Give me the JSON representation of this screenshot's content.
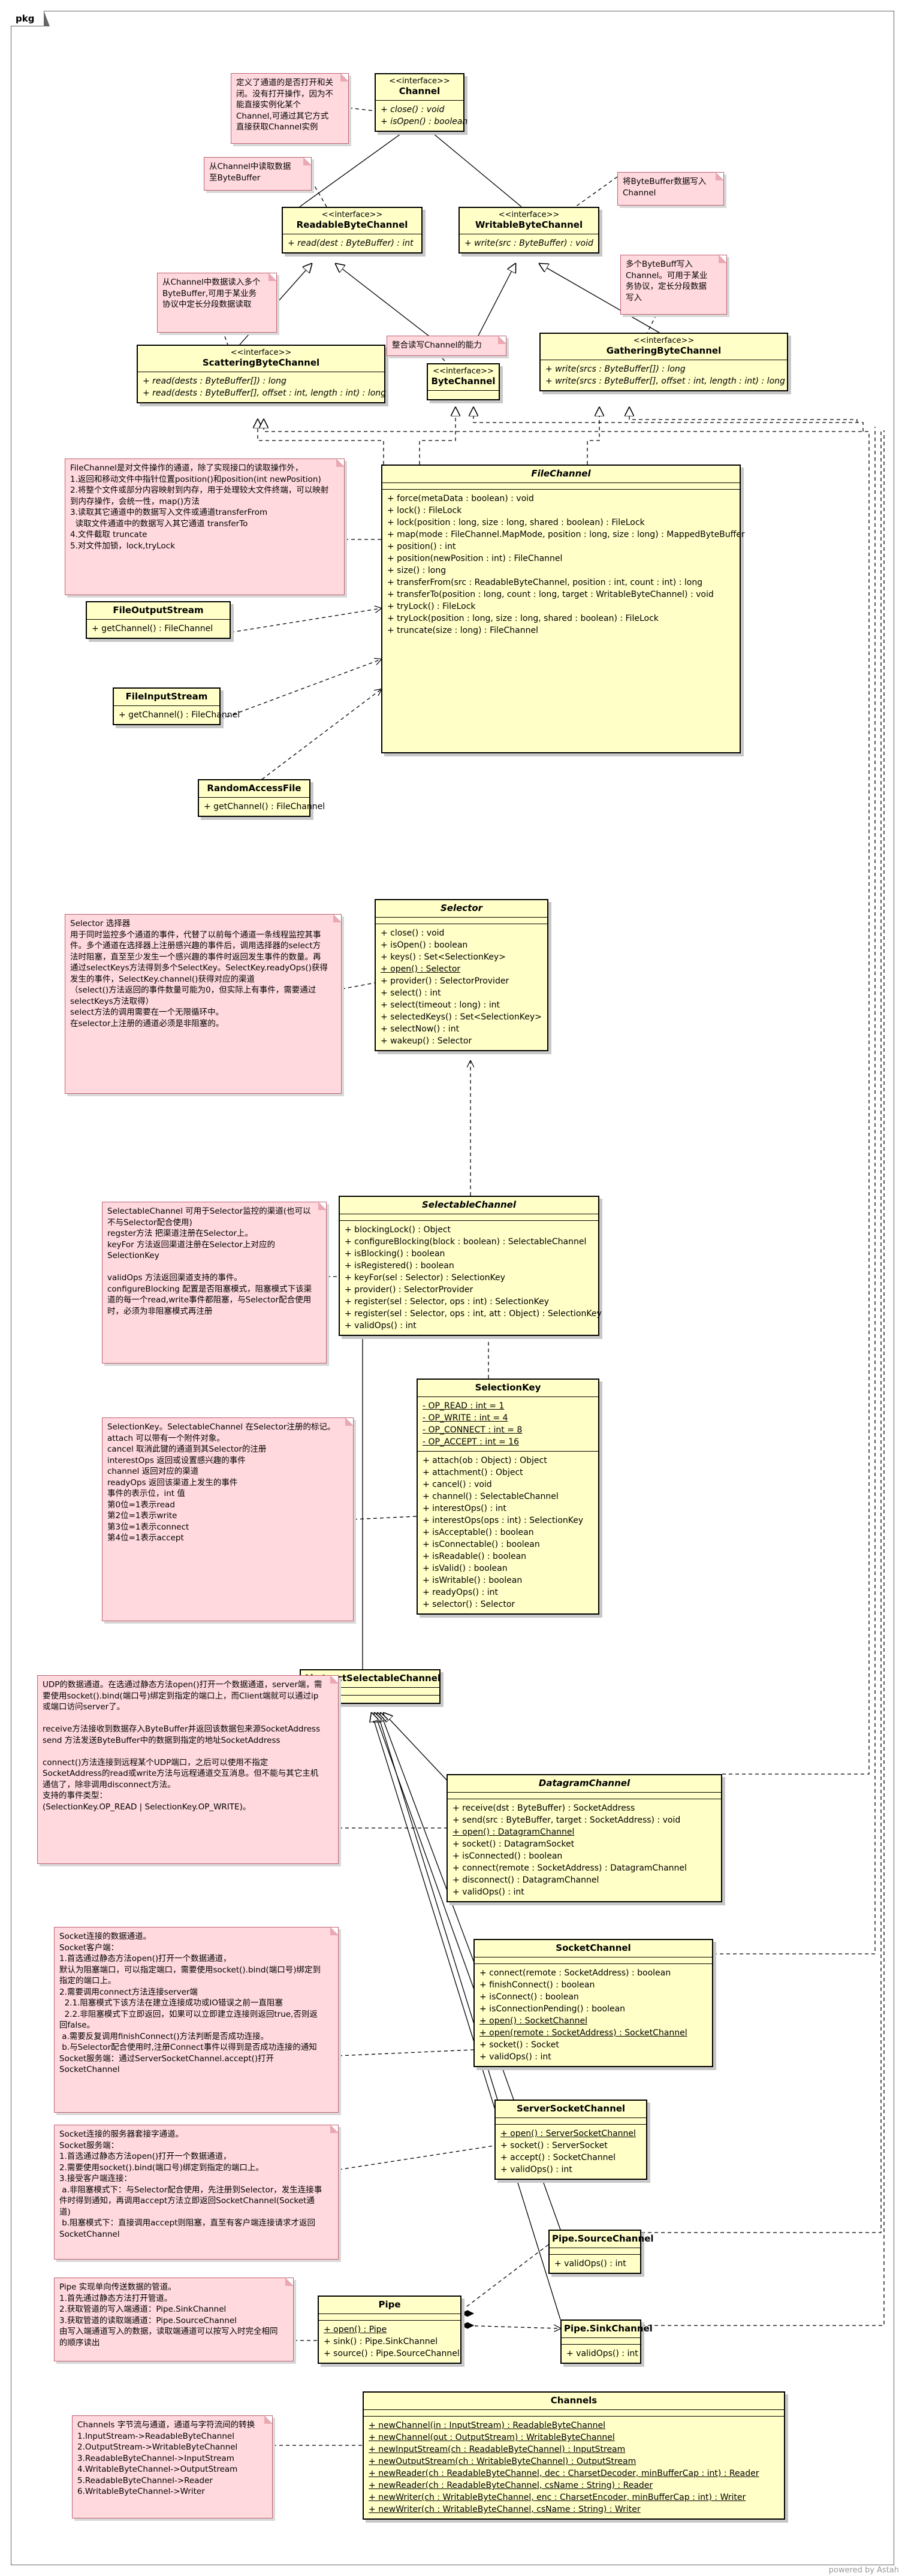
{
  "frame": {
    "label": "pkg"
  },
  "classes": {
    "channel": {
      "stereotype": "<<interface>>",
      "name": "Channel",
      "abstract": false,
      "members": [
        {
          "text": "+ close() : void",
          "italic": true
        },
        {
          "text": "+ isOpen() : boolean",
          "italic": true
        }
      ]
    },
    "readable": {
      "stereotype": "<<interface>>",
      "name": "ReadableByteChannel",
      "abstract": false,
      "members": [
        {
          "text": "+ read(dest : ByteBuffer) : int",
          "italic": true
        }
      ]
    },
    "writable": {
      "stereotype": "<<interface>>",
      "name": "WritableByteChannel",
      "abstract": false,
      "members": [
        {
          "text": "+ write(src : ByteBuffer) : void",
          "italic": true
        }
      ]
    },
    "scattering": {
      "stereotype": "<<interface>>",
      "name": "ScatteringByteChannel",
      "abstract": false,
      "members": [
        {
          "text": "+ read(dests : ByteBuffer[]) : long",
          "italic": true
        },
        {
          "text": "+ read(dests : ByteBuffer[], offset : int, length : int) : long",
          "italic": true
        }
      ]
    },
    "bytechannel": {
      "stereotype": "<<interface>>",
      "name": "ByteChannel",
      "abstract": false,
      "members": []
    },
    "gathering": {
      "stereotype": "<<interface>>",
      "name": "GatheringByteChannel",
      "abstract": false,
      "members": [
        {
          "text": "+ write(srcs : ByteBuffer[]) : long",
          "italic": true
        },
        {
          "text": "+ write(srcs : ByteBuffer[], offset : int, length : int) : long",
          "italic": true
        }
      ]
    },
    "filechannel": {
      "stereotype": "",
      "name": "FileChannel",
      "abstract": true,
      "members": [
        {
          "text": "+ force(metaData : boolean) : void"
        },
        {
          "text": "+ lock() : FileLock"
        },
        {
          "text": "+ lock(position : long, size : long, shared : boolean) : FileLock"
        },
        {
          "text": "+ map(mode : FileChannel.MapMode, position : long, size : long) : MappedByteBuffer"
        },
        {
          "text": "+ position() : int"
        },
        {
          "text": "+ position(newPosition : int) : FileChannel"
        },
        {
          "text": "+ size() : long"
        },
        {
          "text": "+ transferFrom(src : ReadableByteChannel, position : int, count : int) : long"
        },
        {
          "text": "+ transferTo(position : long, count : long, target : WritableByteChannel) : void"
        },
        {
          "text": "+ tryLock() : FileLock"
        },
        {
          "text": "+ tryLock(position : long, size : long, shared : boolean) : FileLock"
        },
        {
          "text": "+ truncate(size : long) : FileChannel"
        }
      ]
    },
    "fos": {
      "stereotype": "",
      "name": "FileOutputStream",
      "abstract": false,
      "members": [
        {
          "text": "+ getChannel() : FileChannel"
        }
      ]
    },
    "fis": {
      "stereotype": "",
      "name": "FileInputStream",
      "abstract": false,
      "members": [
        {
          "text": "+ getChannel() : FileChannel"
        }
      ]
    },
    "raf": {
      "stereotype": "",
      "name": "RandomAccessFile",
      "abstract": false,
      "members": [
        {
          "text": "+ getChannel() : FileChannel"
        }
      ]
    },
    "selector": {
      "stereotype": "",
      "name": "Selector",
      "abstract": true,
      "members": [
        {
          "text": "+ close() : void"
        },
        {
          "text": "+ isOpen() : boolean"
        },
        {
          "text": "+ keys() : Set<SelectionKey>"
        },
        {
          "text": "+ open() : Selector",
          "underline": true
        },
        {
          "text": "+ provider() : SelectorProvider"
        },
        {
          "text": "+ select() : int"
        },
        {
          "text": "+ select(timeout : long) : int"
        },
        {
          "text": "+ selectedKeys() : Set<SelectionKey>"
        },
        {
          "text": "+ selectNow() : int"
        },
        {
          "text": "+ wakeup() : Selector"
        }
      ]
    },
    "selectable": {
      "stereotype": "",
      "name": "SelectableChannel",
      "abstract": true,
      "members": [
        {
          "text": "+ blockingLock() : Object"
        },
        {
          "text": "+ configureBlocking(block : boolean) : SelectableChannel"
        },
        {
          "text": "+ isBlocking() : boolean"
        },
        {
          "text": "+ isRegistered() : boolean"
        },
        {
          "text": "+ keyFor(sel : Selector) : SelectionKey"
        },
        {
          "text": "+ provider() : SelectorProvider"
        },
        {
          "text": "+ register(sel : Selector, ops : int) : SelectionKey"
        },
        {
          "text": "+ register(sel : Selector, ops : int, att : Object) : SelectionKey"
        },
        {
          "text": "+ validOps() : int"
        }
      ]
    },
    "selectionkey": {
      "stereotype": "",
      "name": "SelectionKey",
      "abstract": false,
      "attributes": [
        {
          "text": "- OP_READ : int = 1",
          "underline": true
        },
        {
          "text": "- OP_WRITE : int = 4",
          "underline": true
        },
        {
          "text": "- OP_CONNECT : int = 8",
          "underline": true
        },
        {
          "text": "- OP_ACCEPT : int = 16",
          "underline": true
        }
      ],
      "members": [
        {
          "text": "+ attach(ob : Object) : Object"
        },
        {
          "text": "+ attachment() : Object"
        },
        {
          "text": "+ cancel() : void"
        },
        {
          "text": "+ channel() : SelectableChannel"
        },
        {
          "text": "+ interestOps() : int"
        },
        {
          "text": "+ interestOps(ops : int) : SelectionKey"
        },
        {
          "text": "+ isAcceptable() : boolean"
        },
        {
          "text": "+ isConnectable() : boolean"
        },
        {
          "text": "+ isReadable() : boolean"
        },
        {
          "text": "+ isValid() : boolean"
        },
        {
          "text": "+ isWritable() : boolean"
        },
        {
          "text": "+ readyOps() : int"
        },
        {
          "text": "+ selector() : Selector"
        }
      ]
    },
    "abstractselectable": {
      "stereotype": "",
      "name": "AbstractSelectableChannel",
      "abstract": false,
      "members": []
    },
    "datagram": {
      "stereotype": "",
      "name": "DatagramChannel",
      "abstract": true,
      "members": [
        {
          "text": "+ receive(dst : ByteBuffer) : SocketAddress"
        },
        {
          "text": "+ send(src : ByteBuffer, target : SocketAddress) : void"
        },
        {
          "text": "+ open() : DatagramChannel",
          "underline": true
        },
        {
          "text": "+ socket() : DatagramSocket"
        },
        {
          "text": "+ isConnected() : boolean"
        },
        {
          "text": "+ connect(remote : SocketAddress) : DatagramChannel"
        },
        {
          "text": "+ disconnect() : DatagramChannel"
        },
        {
          "text": "+ validOps() : int"
        }
      ]
    },
    "socket": {
      "stereotype": "",
      "name": "SocketChannel",
      "abstract": false,
      "members": [
        {
          "text": "+ connect(remote : SocketAddress) : boolean"
        },
        {
          "text": "+ finishConnect() : boolean"
        },
        {
          "text": "+ isConnect() : boolean"
        },
        {
          "text": "+ isConnectionPending() : boolean"
        },
        {
          "text": "+ open() : SocketChannel",
          "underline": true
        },
        {
          "text": "+ open(remote : SocketAddress) : SocketChannel",
          "underline": true
        },
        {
          "text": "+ socket() : Socket"
        },
        {
          "text": "+ validOps() : int"
        }
      ]
    },
    "serversocket": {
      "stereotype": "",
      "name": "ServerSocketChannel",
      "abstract": false,
      "members": [
        {
          "text": "+ open() : ServerSocketChannel",
          "underline": true
        },
        {
          "text": "+ socket() : ServerSocket"
        },
        {
          "text": "+ accept() : SocketChannel"
        },
        {
          "text": "+ validOps() : int"
        }
      ]
    },
    "pipesource": {
      "stereotype": "",
      "name": "Pipe.SourceChannel",
      "abstract": false,
      "members": [
        {
          "text": "+ validOps() : int"
        }
      ]
    },
    "pipe": {
      "stereotype": "",
      "name": "Pipe",
      "abstract": false,
      "members": [
        {
          "text": "+ open() : Pipe",
          "underline": true
        },
        {
          "text": "+ sink() : Pipe.SinkChannel"
        },
        {
          "text": "+ source() : Pipe.SourceChannel"
        }
      ]
    },
    "pipesink": {
      "stereotype": "",
      "name": "Pipe.SinkChannel",
      "abstract": false,
      "members": [
        {
          "text": "+ validOps() : int"
        }
      ]
    },
    "channels": {
      "stereotype": "",
      "name": "Channels",
      "abstract": false,
      "members": [
        {
          "text": "+ newChannel(in : InputStream) : ReadableByteChannel",
          "underline": true
        },
        {
          "text": "+ newChannel(out : OutputStream) : WritableByteChannel",
          "underline": true
        },
        {
          "text": "+ newInputStream(ch : ReadableByteChannel) : InputStream",
          "underline": true
        },
        {
          "text": "+ newOutputStream(ch : WritableByteChannel) : OutputStream",
          "underline": true
        },
        {
          "text": "+ newReader(ch : ReadableByteChannel, dec : CharsetDecoder, minBufferCap : int) : Reader",
          "underline": true
        },
        {
          "text": "+ newReader(ch : ReadableByteChannel, csName : String) : Reader",
          "underline": true
        },
        {
          "text": "+ newWriter(ch : WritableByteChannel, enc : CharsetEncoder, minBufferCap : int) : Writer",
          "underline": true
        },
        {
          "text": "+ newWriter(ch : WritableByteChannel, csName : String) : Writer",
          "underline": true
        }
      ]
    }
  },
  "notes": {
    "channel": "定义了通道的是否打开和关闭。没有打开操作，因为不能直接实例化某个Channel,可通过其它方式直接获取Channel实例",
    "readable": "从Channel中读取数据至ByteBuffer",
    "writable": "将ByteBuffer数据写入Channel",
    "scattering": "从Channel中数据读入多个ByteBuffer,可用于某业务协议中定长分段数据读取",
    "bytechannel": "整合读写Channel的能力",
    "gathering": "多个ByteBuff写入Channel。可用于某业务协议，定长分段数据写入",
    "filechannel": "FileChannel是对文件操作的通道，除了实现接口的读取操作外，\n1.返回和移动文件中指针位置position()和position(int newPosition)\n2.将整个文件或部分内容映射到内存，用于处理较大文件终端，可以映射到内存操作，会统一性，map()方法\n3.读取其它通道中的数据写入文件或通道transferFrom\n  读取文件通道中的数据写入其它通道 transferTo\n4.文件截取 truncate\n5.对文件加锁，lock,tryLock",
    "selector": "Selector 选择器\n用于同时监控多个通道的事件，代替了以前每个通道一条线程监控其事件。多个通道在选择器上注册感兴趣的事件后，调用选择器的select方法时阻塞，直至至少发生一个感兴趣的事件时返回发生事件的数量。再通过selectKeys方法得到多个SelectKey。SelectKey.readyOps()获得发生的事件，SelectKey.channel()获得对应的渠道\n（select()方法返回的事件数量可能为0，但实际上有事件，需要通过selectKeys方法取得）\nselect方法的调用需要在一个无限循环中。\n在selector上注册的通道必须是非阻塞的。",
    "selectable": "SelectableChannel 可用于Selector监控的渠道(也可以不与Selector配合使用)\nregster方法 把渠道注册在Selector上。\nkeyFor 方法返回渠道注册在Selector上对应的SelectionKey\n\nvalidOps 方法返回渠道支持的事件。\nconfigureBlocking 配置是否阻塞模式，阻塞模式下该渠道的每一个read,write事件都阻塞，与Selector配合使用时，必须为非阻塞模式再注册",
    "selectionkey": "SelectionKey。SelectableChannel 在Selector注册的标记。\nattach 可以带有一个附件对象。\ncancel 取消此键的通道到其Selector的注册\ninterestOps 返回或设置感兴趣的事件\nchannel 返回对应的渠道\nreadyOps 返回该渠道上发生的事件\n事件的表示位，int 值\n第0位=1表示read\n第2位=1表示write\n第3位=1表示connect\n第4位=1表示accept",
    "datagram": "UDP的数据通道。在选通过静态方法open()打开一个数据通道，server端，需要使用socket().bind(端口号)绑定到指定的端口上，而Client端就可以通过ip或端口访问server了。\n\nreceive方法接收到数据存入ByteBuffer并返回该数据包来源SocketAddress\nsend 方法发送ByteBuffer中的数据到指定的地址SocketAddress\n\nconnect()方法连接到远程某个UDP端口，之后可以使用不指定SocketAddress的read或write方法与远程通道交互消息。但不能与其它主机通信了，除非调用disconnect方法。\n支持的事件类型：\n(SelectionKey.OP_READ | SelectionKey.OP_WRITE)。",
    "socket": "Socket连接的数据通道。\nSocket客户端：\n1.首选通过静态方法open()打开一个数据通道，\n默认为阻塞端口，可以指定端口，需要使用socket().bind(端口号)绑定到指定的端口上。\n2.需要调用connect方法连接server端\n  2.1.阻塞模式下该方法在建立连接成功或IO错误之前一直阻塞\n  2.2.非阻塞模式下立即返回，如果可以立即建立连接则返回true,否则返回false。\n a.需要反复调用finishConnect()方法判断是否成功连接。\n b.与Selector配合使用时,注册Connect事件以得到是否成功连接的通知\nSocket服务端：通过ServerSocketChannel.accept()打开SocketChannel",
    "serversocket": "Socket连接的服务器套接字通道。\nSocket服务端：\n1.首选通过静态方法open()打开一个数据通道，\n2.需要使用socket().bind(端口号)绑定到指定的端口上。\n3.接受客户端连接：\n a.非阻塞模式下：与Selector配合使用，先注册到Selector，发生连接事件时得到通知，再调用accept方法立即返回SocketChannel(Socket通道)\n b.阻塞模式下：直接调用accept则阻塞，直至有客户端连接请求才返回SocketChannel",
    "pipe": "Pipe 实现单向传送数据的管道。\n1.首先通过静态方法打开管道。\n2.获取管道的写入端通道：Pipe.SinkChannel\n3.获取管道的读取端通道：Pipe.SourceChannel\n由写入端通道写入的数据，读取端通道可以按写入时完全相同的顺序读出",
    "channels": "Channels 字节流与通道，通道与字符流间的转换\n1.InputStream->ReadableByteChannel\n2.OutputStream->WritableByteChannel\n3.ReadableByteChannel->InputStream\n4.WritableByteChannel->OutputStream\n5.ReadableByteChannel->Reader\n6.WritableByteChannel->Writer"
  },
  "watermark": "powered by Astah"
}
